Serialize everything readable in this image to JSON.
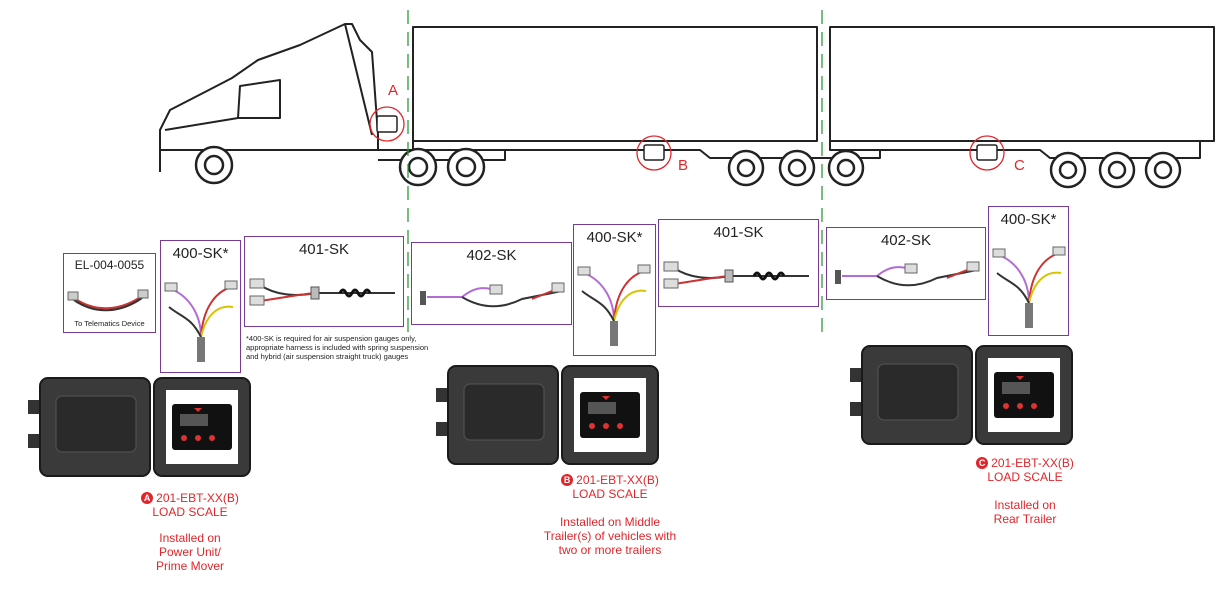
{
  "markers": {
    "a": "A",
    "b": "B",
    "c": "C"
  },
  "harnesses": {
    "el004": {
      "label": "EL-004-0055",
      "sub": "To Telematics Device"
    },
    "sk400_a": {
      "label": "400-SK*"
    },
    "sk401_a": {
      "label": "401-SK"
    },
    "sk402_a": {
      "label": "402-SK"
    },
    "sk400_b": {
      "label": "400-SK*"
    },
    "sk401_b": {
      "label": "401-SK"
    },
    "sk402_b": {
      "label": "402-SK"
    },
    "sk400_c": {
      "label": "400-SK*"
    }
  },
  "note": {
    "line1": "*400-SK is required for air suspension gauges only,",
    "line2": "appropriate harness is included with spring suspension",
    "line3": "and hybrid (air suspension straight truck) gauges"
  },
  "units": [
    {
      "badge": "A",
      "model": "201-EBT-XX(B)",
      "type": "LOAD SCALE",
      "install": [
        "Installed on",
        "Power Unit/",
        "Prime Mover"
      ]
    },
    {
      "badge": "B",
      "model": "201-EBT-XX(B)",
      "type": "LOAD SCALE",
      "install": [
        "Installed on Middle",
        "Trailer(s) of vehicles with",
        "two or more trailers"
      ]
    },
    {
      "badge": "C",
      "model": "201-EBT-XX(B)",
      "type": "LOAD SCALE",
      "install": [
        "Installed on",
        "Rear Trailer"
      ]
    }
  ],
  "colors": {
    "accent_red": "#e0262b",
    "box_purple": "#7a3b96",
    "guide_green": "#2e9a3c"
  }
}
